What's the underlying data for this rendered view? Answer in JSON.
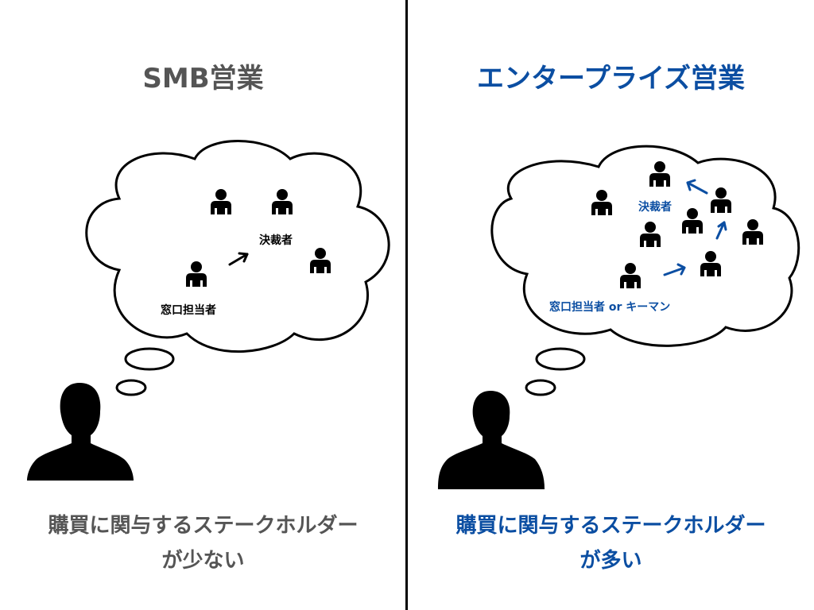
{
  "colors": {
    "left_text": "#555555",
    "right_text": "#0b4ea2",
    "icon": "#000000"
  },
  "left": {
    "title": "SMB営業",
    "labels": {
      "contact": "窓口担当者",
      "decision_maker": "決裁者"
    },
    "caption": {
      "line1": "購買に関与するステークホルダー",
      "line2": "が少ない"
    }
  },
  "right": {
    "title": "エンタープライズ営業",
    "labels": {
      "contact": "窓口担当者 or キーマン",
      "decision_maker": "決裁者"
    },
    "caption": {
      "line1": "購買に関与するステークホルダー",
      "line2": "が多い"
    }
  }
}
